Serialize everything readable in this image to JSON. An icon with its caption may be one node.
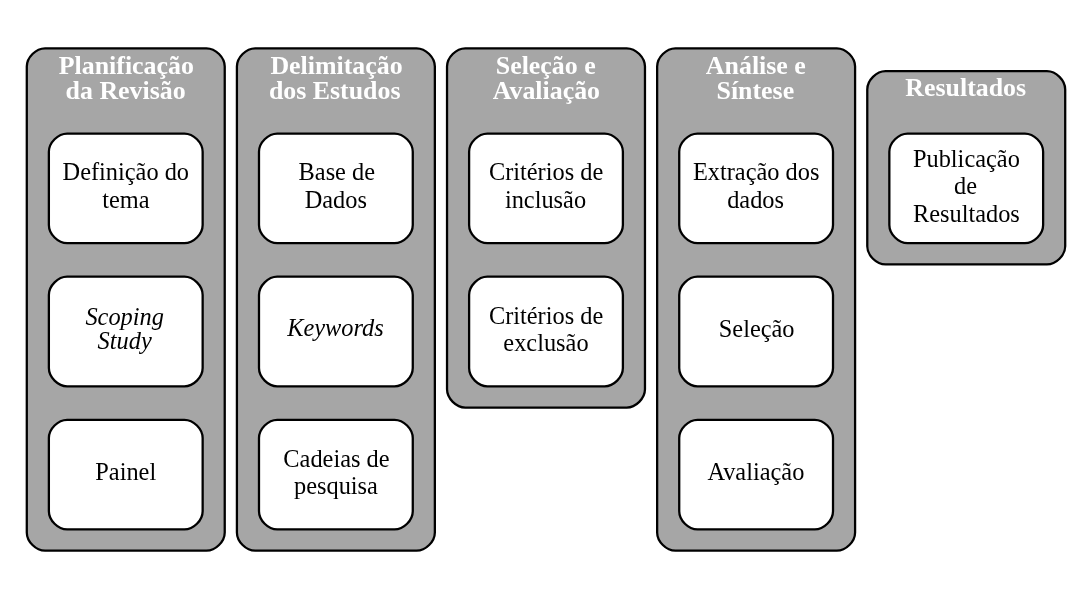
{
  "diagram": {
    "nodes": [
      {
        "text": [
          "Planificação da Revisão"
        ]
      },
      {
        "text": [
          "Definição do tema"
        ],
        "in": 0
      },
      {
        "text": [
          "Scoping Study"
        ],
        "in": 0
      },
      {
        "text": [
          "Painel"
        ],
        "in": 0
      },
      {
        "text": [
          "Delimitação dos Estudos"
        ]
      },
      {
        "text": [
          "Base de Dados"
        ],
        "in": 4
      },
      {
        "text": [
          "Keywords"
        ],
        "in": 4
      },
      {
        "text": [
          "Cadeias de pesquisa"
        ],
        "in": 4
      },
      {
        "text": [
          "Seleção e Avaliação"
        ]
      },
      {
        "text": [
          "Critérios de inclusão"
        ],
        "in": 8
      },
      {
        "text": [
          "Critérios de exclusão"
        ],
        "in": 8
      },
      {
        "text": [
          "Análise e Síntese"
        ]
      },
      {
        "text": [
          "Extração dos dados"
        ],
        "in": 11
      },
      {
        "text": [
          "Seleção"
        ],
        "in": 11
      },
      {
        "text": [
          "Avaliação"
        ],
        "in": 11
      },
      {
        "text": [
          "Resultados"
        ]
      },
      {
        "text": [
          "Publicação de Resultados"
        ],
        "in": 15
      }
    ]
  }
}
